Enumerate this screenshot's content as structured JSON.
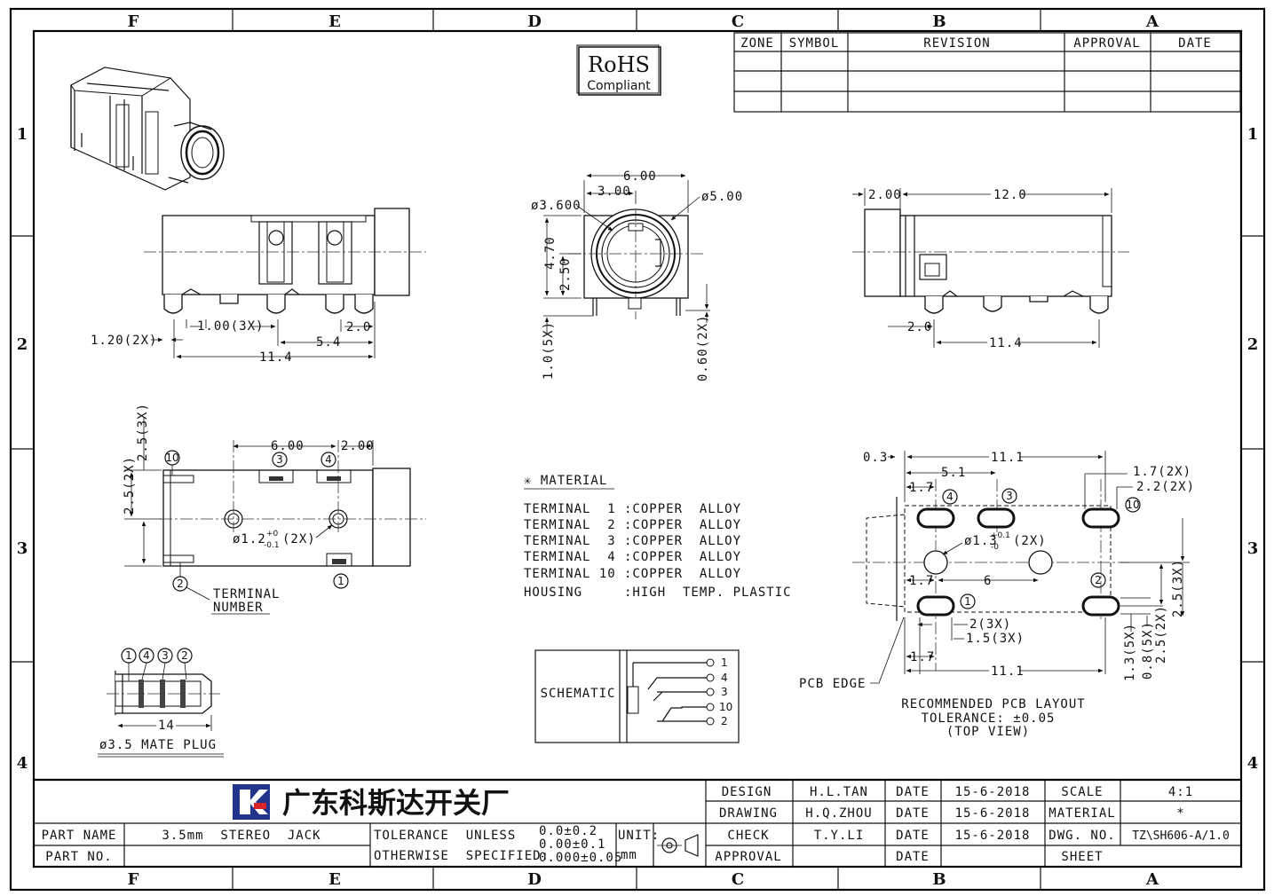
{
  "zones_top": [
    "F",
    "E",
    "D",
    "C",
    "B",
    "A"
  ],
  "zones_bottom": [
    "F",
    "E",
    "D",
    "C",
    "B",
    "A"
  ],
  "rows_left": [
    "1",
    "2",
    "3",
    "4"
  ],
  "rows_right": [
    "1",
    "2",
    "3",
    "4"
  ],
  "revision_table": {
    "headers": [
      "ZONE",
      "SYMBOL",
      "REVISION",
      "APPROVAL",
      "DATE"
    ]
  },
  "rohs": {
    "title": "RoHS",
    "sub": "Compliant"
  },
  "views": {
    "side": {
      "dim_1_20": "1.20(2X)",
      "dim_1_00": "1.00(3X)",
      "dim_2_0": "2.0",
      "dim_5_4": "5.4",
      "dim_11_4": "11.4"
    },
    "front": {
      "dim_6_00": "6.00",
      "dim_3_00": "3.00",
      "dim_d3_600": "ø3.600",
      "dim_d5_00": "ø5.00",
      "dim_4_70": "4.70",
      "dim_2_50": "2.50",
      "dim_1_0": "1.0(5X)",
      "dim_0_60": "0.60(2X)"
    },
    "rear": {
      "dim_2_00": "2.00",
      "dim_12_0": "12.0",
      "dim_2_0": "2.0",
      "dim_11_4": "11.4"
    },
    "top": {
      "dim_2_5_3x": "2.5(3X)",
      "dim_2_5_2x": "2.5(2X)",
      "dim_6_00": "6.00",
      "dim_2_00": "2.00",
      "dim_hole_main": "ø1.2",
      "dim_hole_tol_up": "+0",
      "dim_hole_tol_dn": "-0.1",
      "dim_hole_qty": "(2X)",
      "terminal_label_1": "TERMINAL",
      "terminal_label_2": "NUMBER",
      "pins": [
        "10",
        "3",
        "4",
        "2",
        "1"
      ]
    },
    "plug": {
      "labels": [
        "1",
        "4",
        "3",
        "2"
      ],
      "dim_14": "14",
      "caption": "ø3.5 MATE PLUG"
    },
    "pcb": {
      "dim_0_3": "0.3",
      "dim_11_1_top": "11.1",
      "dim_5_1": "5.1",
      "dim_1_7_a": "1.7",
      "dim_1_7_2x": "1.7(2X)",
      "dim_2_2_2x": "2.2(2X)",
      "dim_hole_main": "ø1.3",
      "dim_hole_tol_up": "+0.1",
      "dim_hole_tol_dn": "-0",
      "dim_hole_qty": "(2X)",
      "dim_1_7_b": "1.7",
      "dim_6": "6",
      "dim_2_3x": "2(3X)",
      "dim_1_5_3x": "1.5(3X)",
      "dim_1_7_c": "1.7",
      "dim_11_1_bot": "11.1",
      "dim_1_3_5x": "1.3(5X)",
      "dim_0_8_5x": "0.8(5X)",
      "dim_2_5_2x": "2.5(2X)",
      "dim_2_5_3x": "2.5(3X)",
      "pcb_edge": "PCB EDGE",
      "pins": [
        "4",
        "3",
        "10",
        "1",
        "2"
      ],
      "caption_1": "RECOMMENDED PCB LAYOUT",
      "caption_2": "TOLERANCE: ±0.05",
      "caption_3": "(TOP VIEW)"
    }
  },
  "material": {
    "title": "✳ MATERIAL",
    "rows": [
      {
        "part": "TERMINAL  1",
        "value": ":COPPER  ALLOY"
      },
      {
        "part": "TERMINAL  2",
        "value": ":COPPER  ALLOY"
      },
      {
        "part": "TERMINAL  3",
        "value": ":COPPER  ALLOY"
      },
      {
        "part": "TERMINAL  4",
        "value": ":COPPER  ALLOY"
      },
      {
        "part": "TERMINAL 10",
        "value": ":COPPER  ALLOY"
      },
      {
        "part": "HOUSING",
        "value": ":HIGH  TEMP. PLASTIC"
      }
    ]
  },
  "schematic": {
    "label": "SCHEMATIC",
    "pins": [
      "1",
      "4",
      "3",
      "10",
      "2"
    ]
  },
  "title_block": {
    "company": "广东科斯达开关厂",
    "design_label": "DESIGN",
    "design_name": "H.L.TAN",
    "drawing_label": "DRAWING",
    "drawing_name": "H.Q.ZHOU",
    "check_label": "CHECK",
    "check_name": "T.Y.LI",
    "approval_label": "APPROVAL",
    "date_label": "DATE",
    "date_1": "15-6-2018",
    "date_2": "15-6-2018",
    "date_3": "15-6-2018",
    "scale_label": "SCALE",
    "scale_value": "4:1",
    "material_label": "MATERIAL",
    "material_value": "*",
    "dwg_label": "DWG. NO.",
    "dwg_value": "TZ\\SH606-A/1.0",
    "sheet_label": "SHEET",
    "part_name_label": "PART NAME",
    "part_name_value": "3.5mm  STEREO  JACK",
    "part_no_label": "PART NO.",
    "tol_line1": "TOLERANCE  UNLESS",
    "tol_line2": "OTHERWISE  SPECIFIED:",
    "tol_v1": "0.0±0.2",
    "tol_v2": "0.00±0.1",
    "tol_v3": "0.000±0.05",
    "unit_label": "UNIT:",
    "unit_value": "mm"
  }
}
